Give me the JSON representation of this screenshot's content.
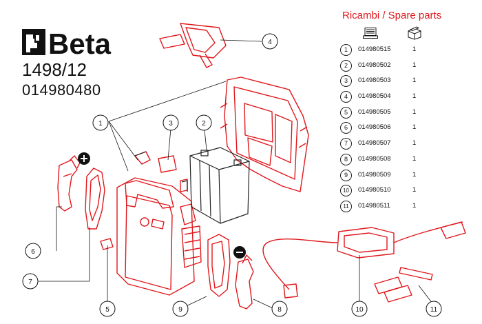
{
  "brand": {
    "name": "Beta"
  },
  "header": {
    "model": "1498/12",
    "code": "014980480",
    "title": "Ricambi / Spare parts",
    "icons": [
      "computer-code-icon",
      "box-quantity-icon"
    ]
  },
  "parts": [
    {
      "num": "1",
      "code": "014980515",
      "qty": "1"
    },
    {
      "num": "2",
      "code": "014980502",
      "qty": "1"
    },
    {
      "num": "3",
      "code": "014980503",
      "qty": "1"
    },
    {
      "num": "4",
      "code": "014980504",
      "qty": "1"
    },
    {
      "num": "5",
      "code": "014980505",
      "qty": "1"
    },
    {
      "num": "6",
      "code": "014980506",
      "qty": "1"
    },
    {
      "num": "7",
      "code": "014980507",
      "qty": "1"
    },
    {
      "num": "8",
      "code": "014980508",
      "qty": "1"
    },
    {
      "num": "9",
      "code": "014980509",
      "qty": "1"
    },
    {
      "num": "10",
      "code": "014980510",
      "qty": "1"
    },
    {
      "num": "11",
      "code": "014980511",
      "qty": "1"
    }
  ],
  "callouts": [
    "1",
    "2",
    "3",
    "4",
    "5",
    "6",
    "7",
    "8",
    "9",
    "10",
    "11"
  ],
  "colors": {
    "accent": "#e0171c",
    "ink": "#111111"
  }
}
